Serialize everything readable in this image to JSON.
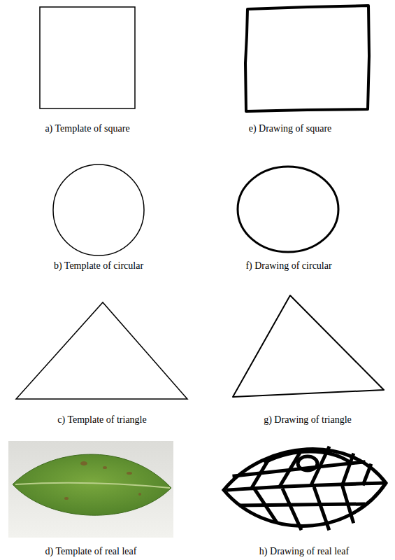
{
  "diagram": {
    "labels": [
      "a) Template of square",
      "e) Drawing of square",
      "b) Template of circular",
      "f) Drawing of circular",
      "c) Template of triangle",
      "g) Drawing of triangle",
      "d) Template of real leaf",
      "h) Drawing of real leaf"
    ]
  }
}
